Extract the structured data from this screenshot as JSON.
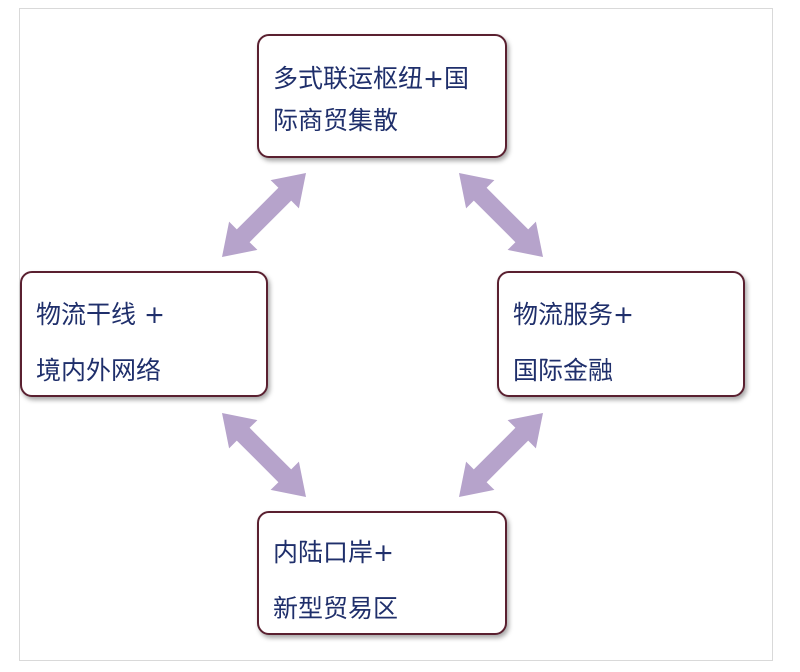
{
  "colors": {
    "arrow_fill": "#b6a3cb",
    "box_border": "#5a2030",
    "text": "#1f2f6b"
  },
  "diagram": {
    "nodes": {
      "top": {
        "lines": [
          "多式联运枢纽+国",
          "际商贸集散"
        ]
      },
      "left": {
        "lines": [
          "物流干线 +",
          "境内外网络"
        ]
      },
      "right": {
        "lines": [
          "物流服务+",
          "国际金融"
        ]
      },
      "bottom": {
        "lines": [
          "内陆口岸+",
          "新型贸易区"
        ]
      }
    },
    "edges": [
      {
        "from": "top",
        "to": "left",
        "type": "double-arrow"
      },
      {
        "from": "top",
        "to": "right",
        "type": "double-arrow"
      },
      {
        "from": "left",
        "to": "bottom",
        "type": "double-arrow"
      },
      {
        "from": "right",
        "to": "bottom",
        "type": "double-arrow"
      }
    ]
  }
}
